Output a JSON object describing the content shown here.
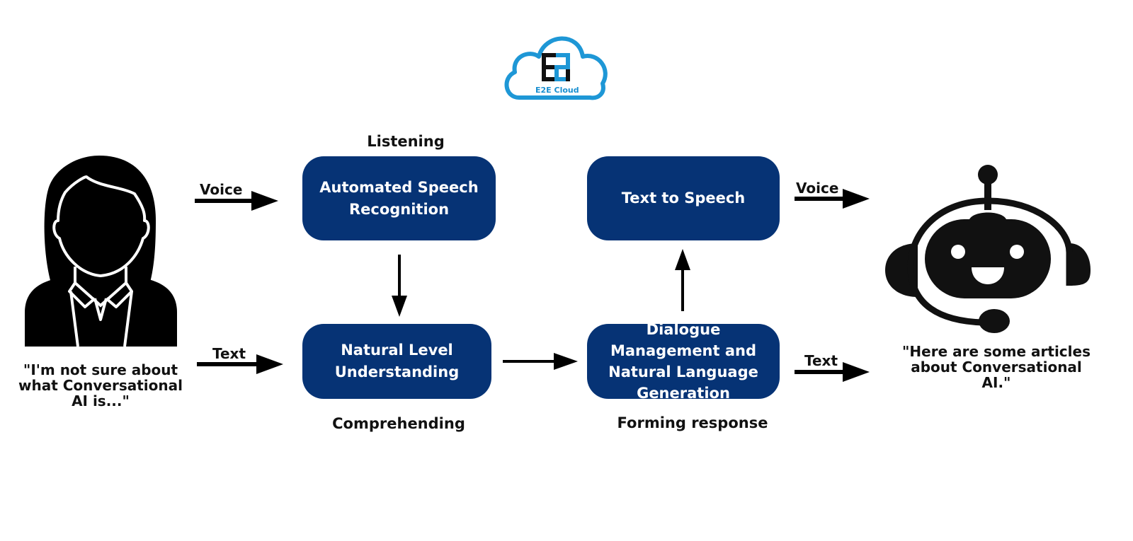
{
  "logo": {
    "brand": "E2E Cloud",
    "icon": "cloud-logo-icon",
    "colors": {
      "cloud": "#1e97d6",
      "mark_dark": "#111111",
      "mark_blue": "#1e97d6"
    }
  },
  "colors": {
    "box_fill": "#063375",
    "box_text": "#ffffff",
    "arrow": "#000000"
  },
  "user": {
    "icon": "woman-user-icon",
    "quote": "\"I'm not sure about what Conversational AI is...\""
  },
  "bot": {
    "icon": "robot-headset-icon",
    "quote": "\"Here are some articles about Conversational AI.\""
  },
  "stages": {
    "listening": "Listening",
    "comprehending": "Comprehending",
    "forming_response": "Forming response"
  },
  "nodes": {
    "asr": "Automated Speech Recognition",
    "nlu": "Natural Level Understanding",
    "dm_nlg": "Dialogue Management and Natural Language Generation",
    "tts": "Text to Speech"
  },
  "edges": {
    "user_to_asr": "Voice",
    "user_to_nlu": "Text",
    "tts_to_bot": "Voice",
    "dm_to_bot": "Text"
  }
}
